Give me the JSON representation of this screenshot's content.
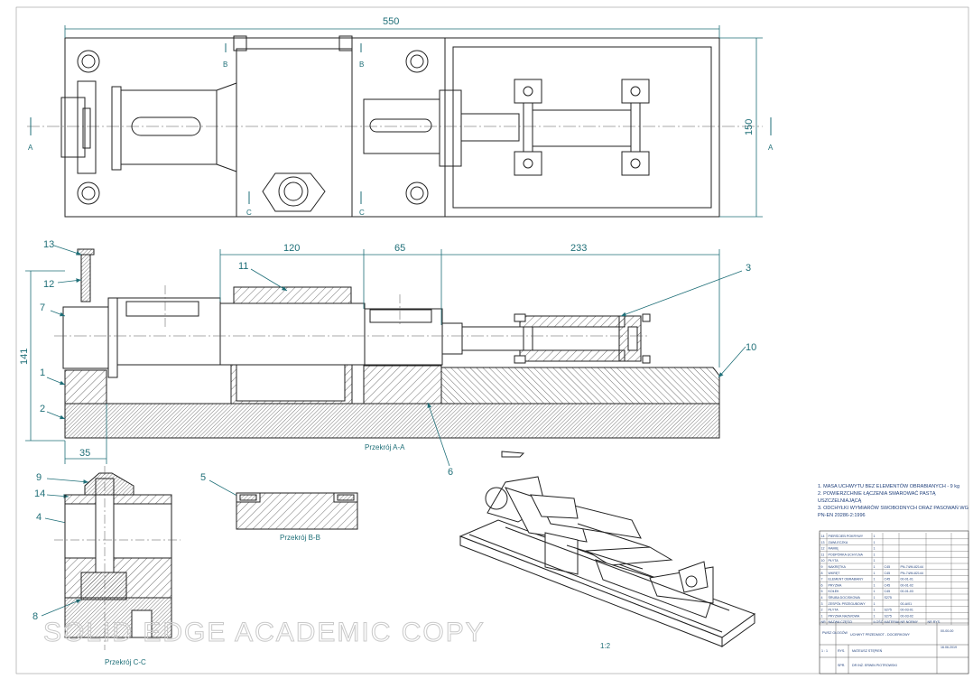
{
  "dimensions": {
    "overall_length": "550",
    "overall_width": "150",
    "len_120": "120",
    "len_65": "65",
    "len_233": "233",
    "height_141": "141",
    "offset_35": "35"
  },
  "section_markers": {
    "a": "A",
    "b": "B",
    "c": "C"
  },
  "balloons": [
    "1",
    "2",
    "3",
    "4",
    "5",
    "6",
    "7",
    "8",
    "9",
    "10",
    "11",
    "12",
    "13",
    "14"
  ],
  "section_titles": {
    "aa": "Przekrój A-A",
    "bb": "Przekrój B-B",
    "cc": "Przekrój C-C"
  },
  "notes": [
    "1. MASA UCHWYTU BEZ ELEMENTÓW OBRABIANYCH - 9 kg",
    "2. POWIERZCHNIE ŁĄCZENIA SMAROWAĆ PASTĄ",
    "USZCZELNIAJĄCĄ",
    "3. ODCHYŁKI WYMIARÓW SWOBODNYCH ORAZ PASOWAŃ WG",
    "PN-EN 20286-2:1996"
  ],
  "iso_scale": "1:2",
  "watermark": "SOLID EDGE ACADEMIC COPY",
  "title_block": {
    "parts": [
      {
        "no": "14",
        "name": "PIERŚCIEŃ POKRYWY",
        "qty": "1",
        "mat": "",
        "std": ""
      },
      {
        "no": "13",
        "name": "ZAWLECZKA",
        "qty": "1",
        "mat": "",
        "std": ""
      },
      {
        "no": "12",
        "name": "RAMIĘ",
        "qty": "1",
        "mat": "",
        "std": ""
      },
      {
        "no": "11",
        "name": "PODPÓRKA UCHYLNA",
        "qty": "1",
        "mat": "",
        "std": ""
      },
      {
        "no": "10",
        "name": "PŁYTA",
        "qty": "1",
        "mat": "",
        "std": ""
      },
      {
        "no": "9",
        "name": "NAKRĘTKA",
        "qty": "1",
        "mat": "C45",
        "std": "PN-74/M-82144"
      },
      {
        "no": "8",
        "name": "WKRĘT",
        "qty": "1",
        "mat": "C45",
        "std": "PN-74/M-82144"
      },
      {
        "no": "7",
        "name": "ELEMENT OBRABIANY",
        "qty": "1",
        "mat": "C45",
        "std": "00-01-01"
      },
      {
        "no": "6",
        "name": "PRYZMA",
        "qty": "1",
        "mat": "C45",
        "std": "00-01-02"
      },
      {
        "no": "5",
        "name": "KOŁEK",
        "qty": "1",
        "mat": "C45",
        "std": "00-01-03"
      },
      {
        "no": "4",
        "name": "ŚRUBA DOCISKOWA",
        "qty": "1",
        "mat": "S275",
        "std": ""
      },
      {
        "no": "3",
        "name": "ZESPÓŁ PRZEGUBOWY",
        "qty": "1",
        "mat": "",
        "std": "00-A/01"
      },
      {
        "no": "2",
        "name": "PŁYTA",
        "qty": "1",
        "mat": "S275",
        "std": "00-03-01"
      },
      {
        "no": "1",
        "name": "PRYZMA NAZWOWA",
        "qty": "1",
        "mat": "S275",
        "std": "00-03-02"
      }
    ],
    "header": {
      "no": "NR",
      "name": "NAZWA CZĘŚCI",
      "qty": "ILOŚĆ",
      "mat": "MATERIAŁ",
      "std": "NR NORMY",
      "rys": "NR RYS."
    },
    "drawing_title": "UCHWYT PRZEDMIOT - DOCIERKOWY",
    "drawing_number": "00-00-00",
    "scale": "1 : 1",
    "author_label": "RYS.",
    "author": "MATEUSZ STĘPIEŃ",
    "checker_label": "SPR.",
    "checker": "DR INŻ. ERWIN PIOTROWSKI",
    "date": "16.06.2019",
    "firm": "PWSZ GŁOGÓW"
  }
}
